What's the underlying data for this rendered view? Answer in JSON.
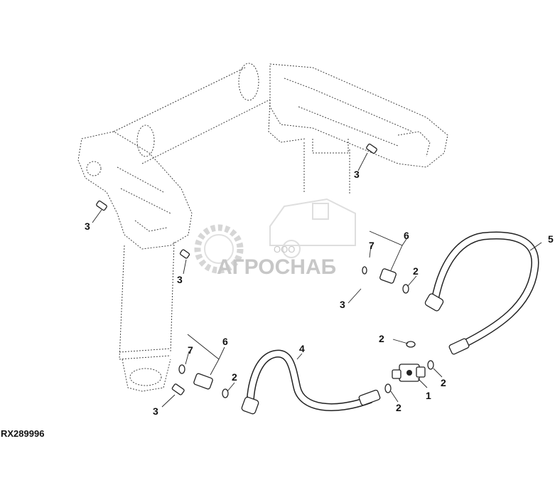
{
  "figure": {
    "id": "RX289996"
  },
  "watermark": {
    "prefix": "ООО",
    "name": "АГРОСНАБ"
  },
  "callouts": {
    "c1": "1",
    "c2": "2",
    "c3": "3",
    "c4": "4",
    "c5": "5",
    "c6": "6",
    "c7": "7"
  }
}
